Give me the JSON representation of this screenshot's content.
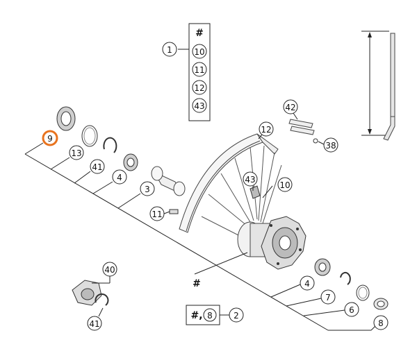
{
  "diagram": {
    "highlight_color": "#e8731e",
    "callouts": [
      {
        "id": "c9",
        "label": "9",
        "highlighted": true
      },
      {
        "id": "c13",
        "label": "13"
      },
      {
        "id": "c41a",
        "label": "41"
      },
      {
        "id": "c4a",
        "label": "4"
      },
      {
        "id": "c3",
        "label": "3"
      },
      {
        "id": "c11",
        "label": "11"
      },
      {
        "id": "c43",
        "label": "43"
      },
      {
        "id": "c10",
        "label": "10"
      },
      {
        "id": "c12",
        "label": "12"
      },
      {
        "id": "c42",
        "label": "42"
      },
      {
        "id": "c38",
        "label": "38"
      },
      {
        "id": "c40",
        "label": "40"
      },
      {
        "id": "c41b",
        "label": "41"
      },
      {
        "id": "c4b",
        "label": "4"
      },
      {
        "id": "c7",
        "label": "7"
      },
      {
        "id": "c6",
        "label": "6"
      },
      {
        "id": "c8",
        "label": "8"
      },
      {
        "id": "c1",
        "label": "1"
      }
    ],
    "legend_box": {
      "header": "#",
      "items": [
        "10",
        "11",
        "12",
        "43"
      ]
    },
    "kit_label": {
      "prefix": "#,",
      "part": "8",
      "ref": "2"
    },
    "hub_label": "#"
  }
}
